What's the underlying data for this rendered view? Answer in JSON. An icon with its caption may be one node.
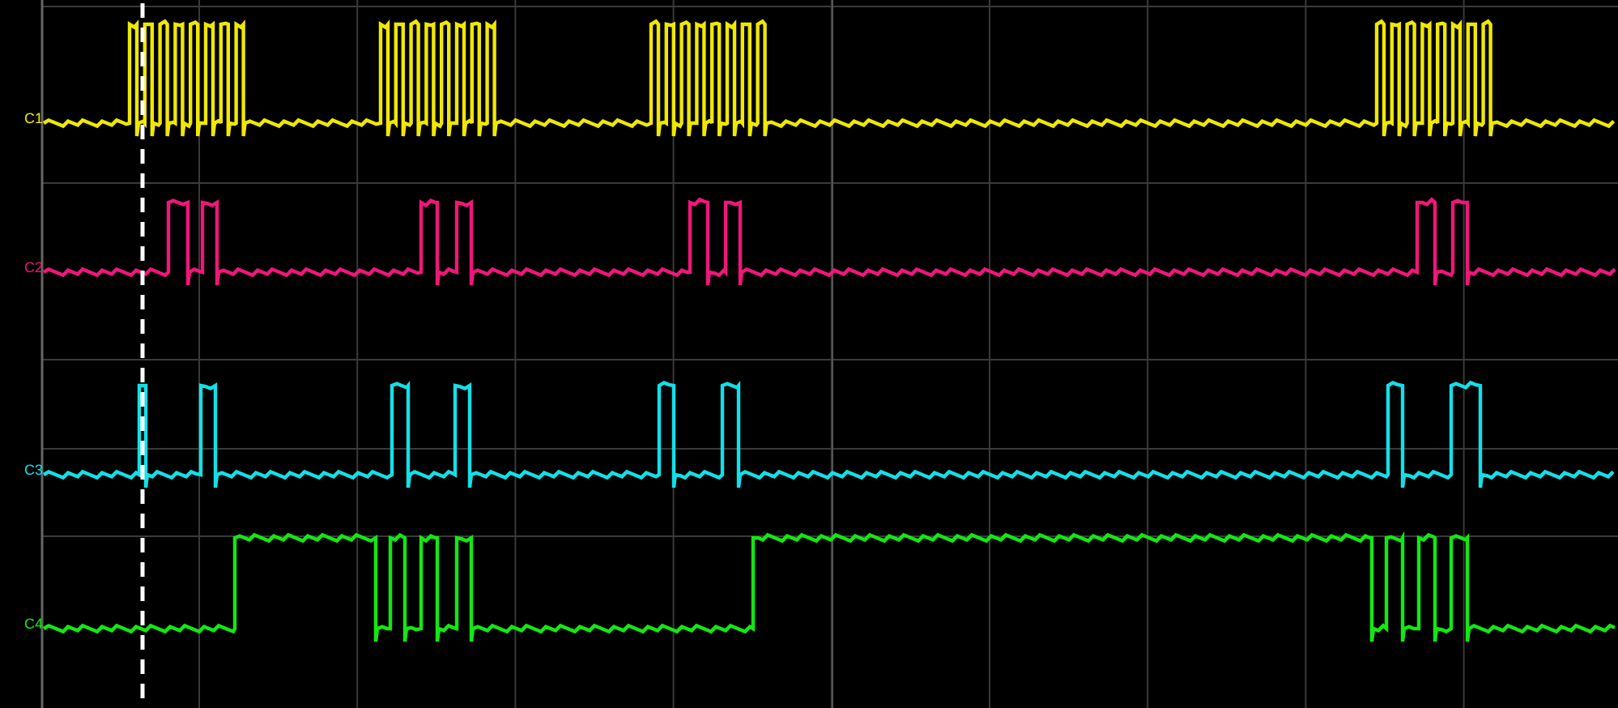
{
  "diagram": {
    "labels": [
      "C1",
      "C2",
      "C3",
      "C4"
    ]
  }
}
